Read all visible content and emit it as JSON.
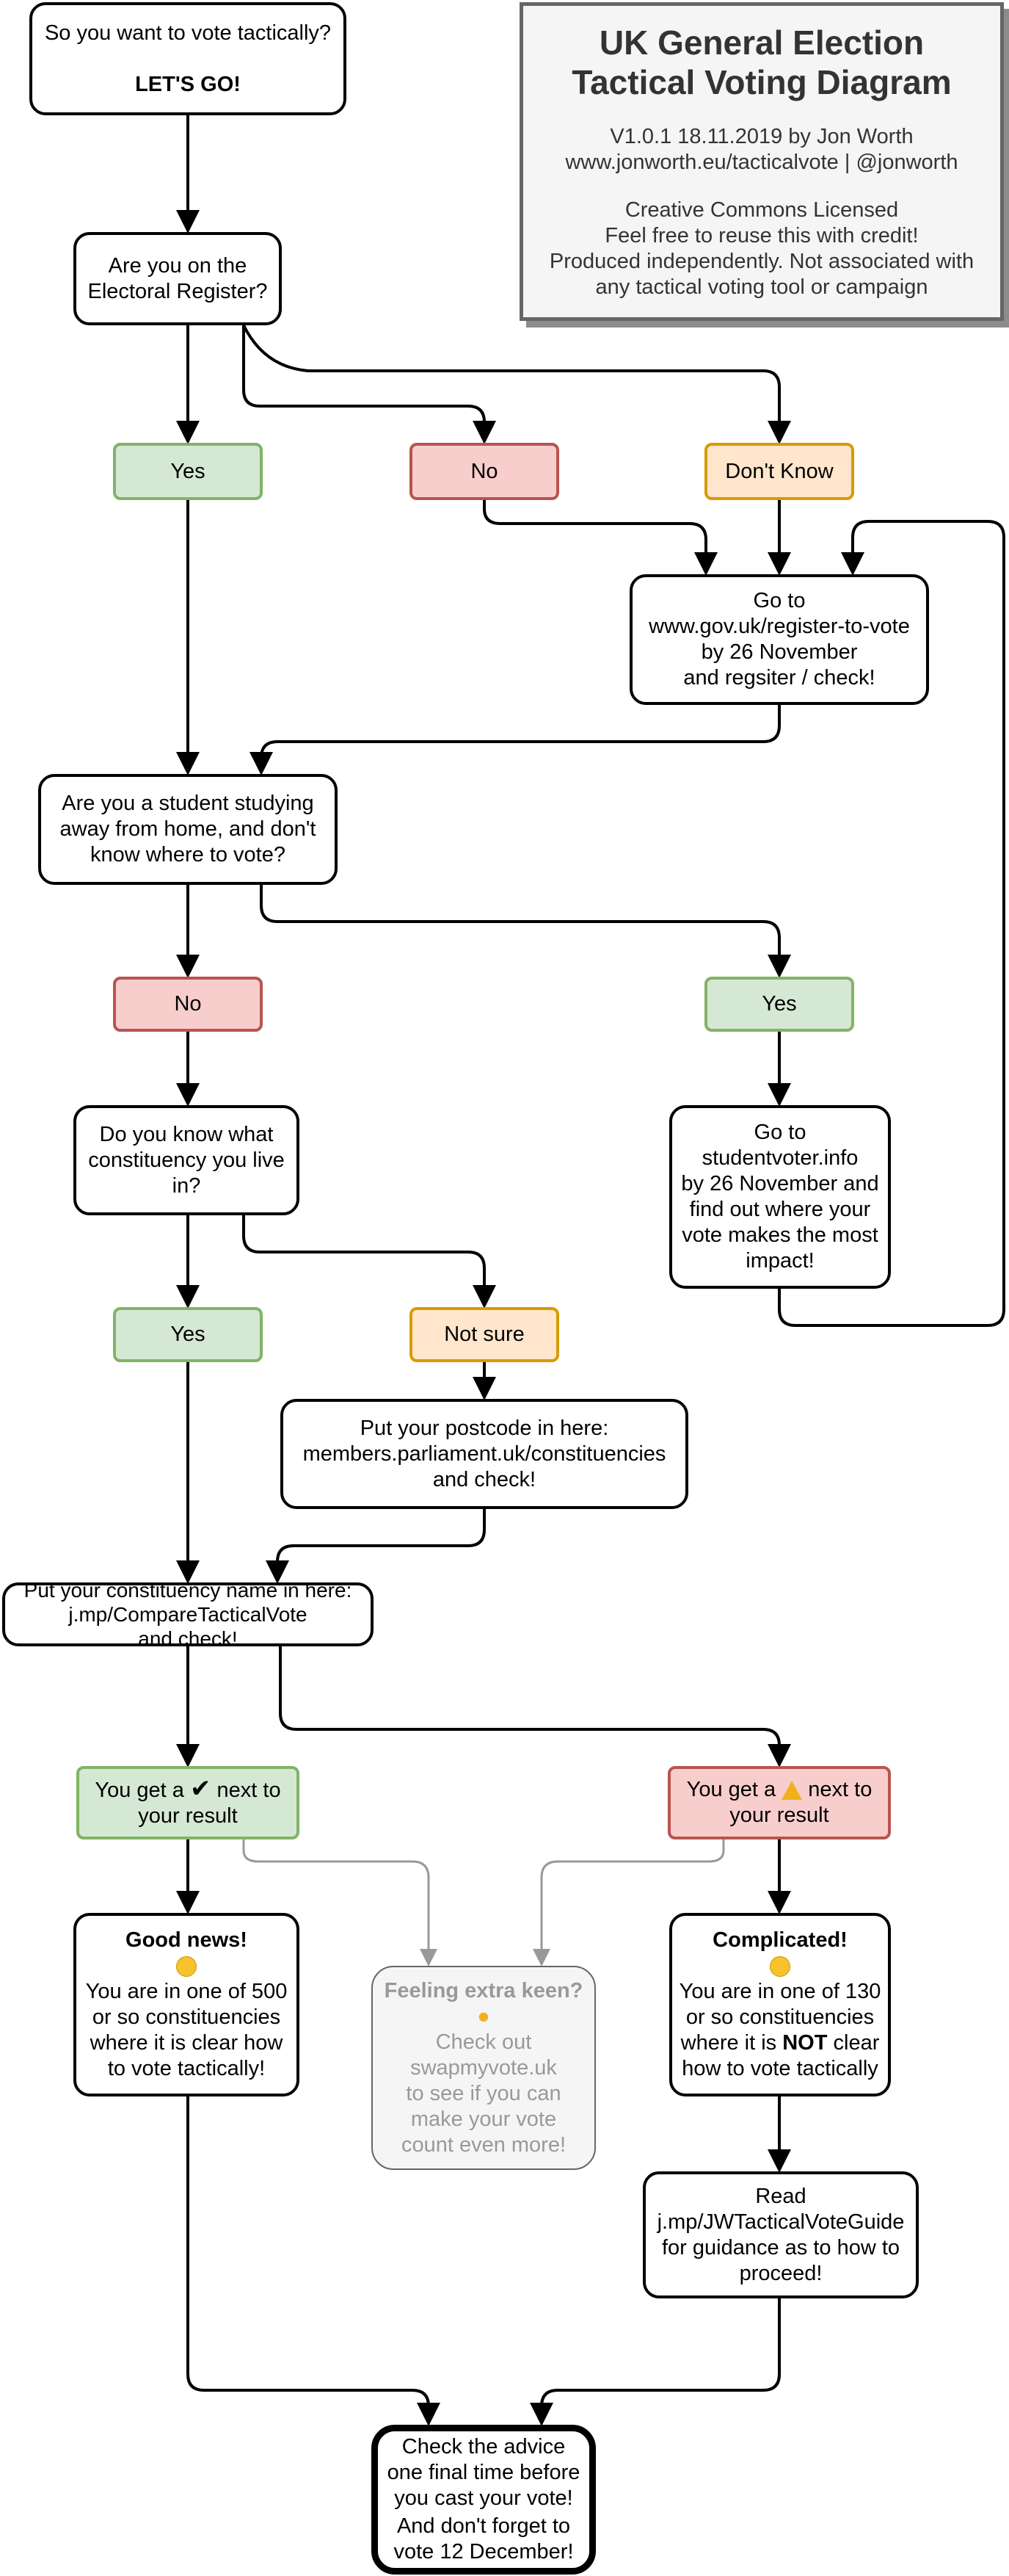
{
  "info": {
    "title_1": "UK General Election",
    "title_2": "Tactical Voting Diagram",
    "version_line": "V1.0.1 18.11.2019 by Jon Worth",
    "url_line": "www.jonworth.eu/tacticalvote | @jonworth",
    "license_1": "Creative Commons Licensed",
    "license_2": "Feel free to reuse this with credit!",
    "license_3": "Produced independently. Not associated with",
    "license_4": "any tactical voting tool or campaign"
  },
  "nodes": {
    "start": {
      "line1": "So you want to vote tactically?",
      "line2": "LET'S GO!"
    },
    "register_q": {
      "line1": "Are you on the",
      "line2": "Electoral Register?"
    },
    "reg_yes": "Yes",
    "reg_no": "No",
    "reg_dontknow": "Don't Know",
    "register_action": {
      "line1": "Go to",
      "line2": "www.gov.uk/register-to-vote",
      "line3": "by 26 November",
      "line4": "and regsiter / check!"
    },
    "student_q": {
      "line1": "Are you a student studying",
      "line2": "away from home, and don't",
      "line3": "know where to vote?"
    },
    "student_no": "No",
    "student_yes": "Yes",
    "student_action": {
      "line1": "Go to",
      "line2": "studentvoter.info",
      "line3": "by 26 November and",
      "line4": "find out where your",
      "line5": "vote makes the most",
      "line6": "impact!"
    },
    "constituency_q": {
      "line1": "Do you know what",
      "line2": "constituency you live",
      "line3": "in?"
    },
    "const_yes": "Yes",
    "const_notsure": "Not sure",
    "postcode_action": {
      "line1": "Put your postcode in here:",
      "line2": "members.parliament.uk/constituencies",
      "line3": "and check!"
    },
    "compare_action": {
      "line1": "Put your constituency name in here:",
      "line2": "j.mp/CompareTacticalVote",
      "line3": "and check!"
    },
    "result_check": {
      "pre": "You get a",
      "post": "next to",
      "line2": "your result"
    },
    "result_warning": {
      "pre": "You get a",
      "post": "next to",
      "line2": "your result"
    },
    "good_news": {
      "title": "Good news!",
      "line1": "You are in one of 500",
      "line2": "or so constituencies",
      "line3": "where it is clear how",
      "line4": "to vote tactically!"
    },
    "extra_keen": {
      "title": "Feeling extra keen?",
      "line1": "Check out",
      "line2": "swapmyvote.uk",
      "line3": "to see if you can",
      "line4": "make your vote",
      "line5": "count even more!"
    },
    "complicated": {
      "title": "Complicated!",
      "line1": "You are in one of 130",
      "line2": "or so constituencies",
      "line3_pre": "where it is",
      "line3_bold": "NOT",
      "line3_post": "clear",
      "line4": "how to vote tactically"
    },
    "guide_action": {
      "line1": "Read",
      "line2": "j.mp/JWTacticalVoteGuide",
      "line3": "for guidance as to how to",
      "line4": "proceed!"
    },
    "final": {
      "line1": "Check the advice",
      "line2": "one final time before",
      "line3": "you cast your vote!",
      "line4": "And don't forget to",
      "line5": "vote 12 December!"
    }
  },
  "icons": {
    "check": "check-mark-icon",
    "warning": "warning-icon",
    "smile": "smiling-face-icon",
    "thinking": "thinking-face-icon",
    "muscle": "flexed-biceps-icon"
  },
  "colors": {
    "yes_fill": "#d5e8d4",
    "yes_stroke": "#82b366",
    "no_fill": "#f8cecc",
    "no_stroke": "#b85450",
    "unsure_fill": "#ffe6cc",
    "unsure_stroke": "#d79b00",
    "optional_fill": "#f5f5f5",
    "optional_text": "#999999"
  }
}
